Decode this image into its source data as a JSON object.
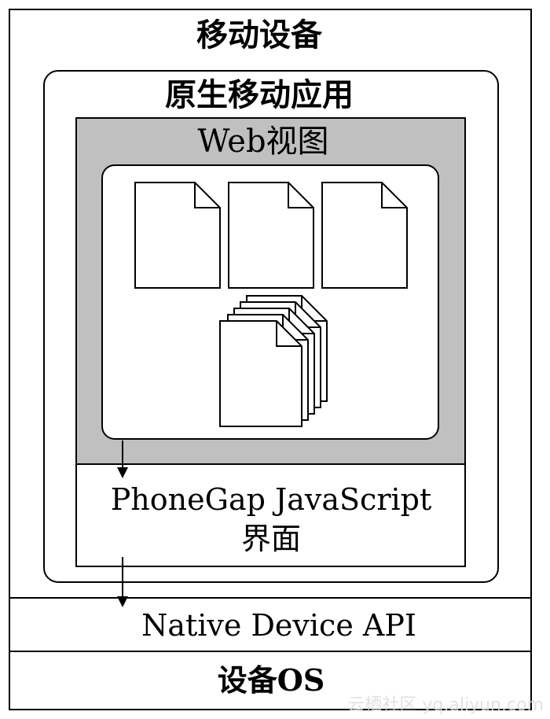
{
  "device": {
    "title": "移动设备"
  },
  "native_app": {
    "title": "原生移动应用"
  },
  "webview": {
    "title": "Web视图",
    "fill_color": "#c0c0c0"
  },
  "phonegap": {
    "line1": "PhoneGap JavaScript",
    "line2": "界面"
  },
  "native_api": {
    "label": "Native Device API"
  },
  "device_os": {
    "label": "设备OS"
  },
  "watermark": {
    "text": "云栖社区 yq.aliyun.com"
  },
  "icons": {
    "documents": [
      "document-icon",
      "document-icon",
      "document-icon"
    ],
    "stack": "document-stack-icon"
  }
}
